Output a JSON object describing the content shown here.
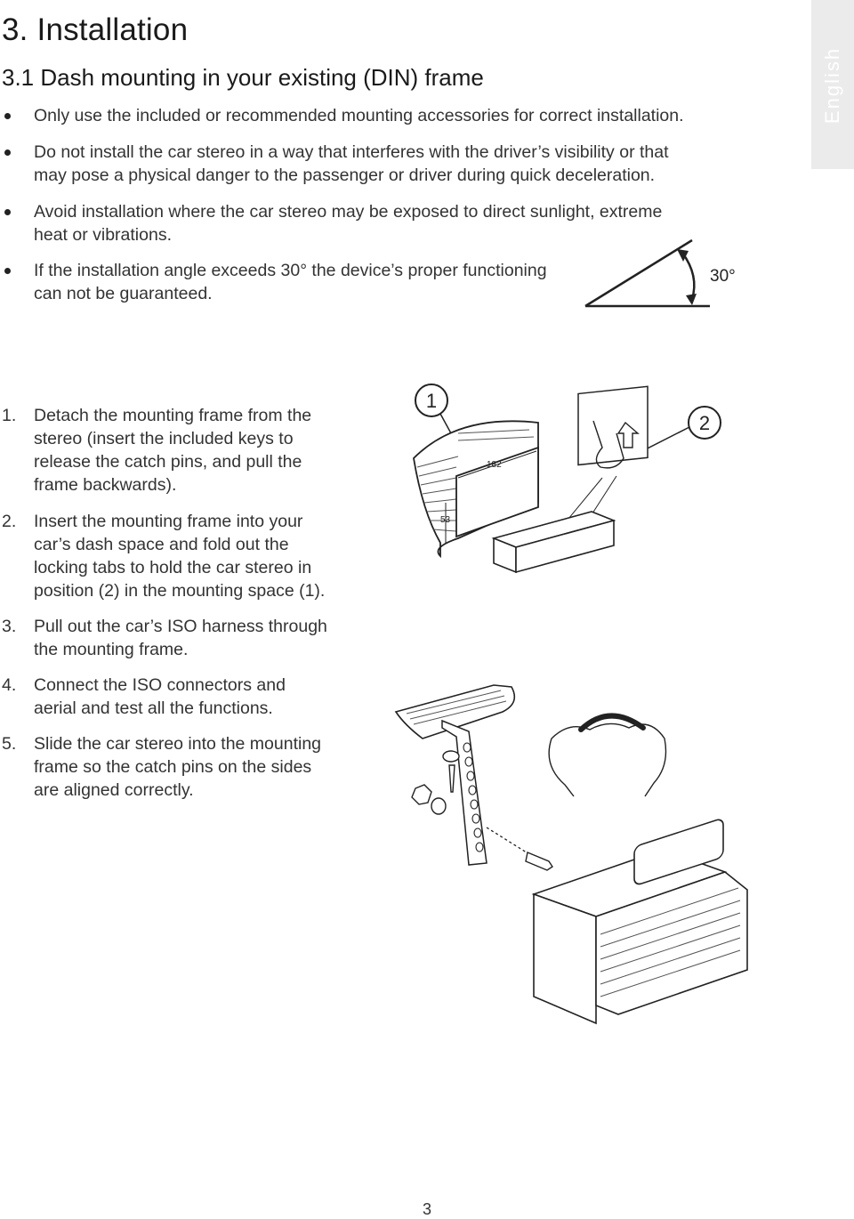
{
  "section_title": "3. Installation",
  "subsection_title": "3.1 Dash mounting in your existing (DIN) frame",
  "language_tab": "English",
  "bullets": [
    {
      "lines": [
        "Only use the included or recommended mounting accessories for correct installation."
      ]
    },
    {
      "lines": [
        "Do not install the car stereo in a way that interferes with the driver’s visibility or that",
        "may pose a physical danger to the passenger or driver during quick deceleration."
      ]
    },
    {
      "lines": [
        "Avoid installation where the car stereo may be exposed to direct sunlight, extreme",
        "heat or vibrations."
      ]
    },
    {
      "lines": [
        "If the installation angle exceeds 30° the device’s proper functioning",
        "can not be guaranteed."
      ]
    }
  ],
  "angle_label": "30°",
  "steps": [
    {
      "num": "1.",
      "lines": [
        "Detach the mounting frame from the",
        "stereo (insert the included keys to",
        "release the catch pins, and pull the",
        "frame backwards)."
      ]
    },
    {
      "num": "2.",
      "lines": [
        "Insert the mounting frame into your",
        "car’s dash space and fold out the",
        "locking tabs to hold the car stereo in",
        "position (2) in the mounting space (1)."
      ]
    },
    {
      "num": "3.",
      "lines": [
        "Pull out the car’s ISO harness through",
        "the mounting frame."
      ]
    },
    {
      "num": "4.",
      "lines": [
        "Connect the ISO connectors and",
        "aerial and test all the functions."
      ]
    },
    {
      "num": "5.",
      "lines": [
        "Slide the car stereo into the mounting",
        "frame so the catch pins on the sides",
        "are aligned correctly."
      ]
    }
  ],
  "figure1": {
    "callout_1": "1",
    "callout_2": "2",
    "dim_width": "182",
    "dim_height": "53"
  },
  "page_number": "3"
}
